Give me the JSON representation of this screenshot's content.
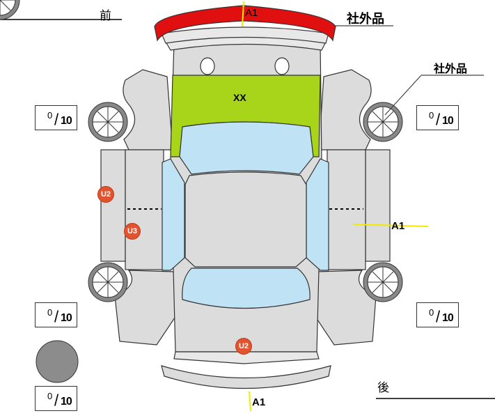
{
  "labels": {
    "front": "前",
    "rear": "後",
    "aftermarket_bumper": "社外品",
    "aftermarket_wheel": "社外品",
    "hood_mark": "XX"
  },
  "damage_marks": [
    {
      "code": "A1",
      "part": "front-bumper"
    },
    {
      "code": "A1",
      "part": "right-rear-door"
    },
    {
      "code": "A1",
      "part": "rear-bumper"
    }
  ],
  "badges": [
    {
      "code": "U2",
      "part": "left-front-door"
    },
    {
      "code": "U3",
      "part": "left-rear-door"
    },
    {
      "code": "U2",
      "part": "trunk"
    }
  ],
  "tread_boxes": [
    {
      "position": "front-left",
      "value": "0",
      "denominator": "10"
    },
    {
      "position": "front-right",
      "value": "0",
      "denominator": "10"
    },
    {
      "position": "rear-left",
      "value": "0",
      "denominator": "10"
    },
    {
      "position": "rear-right",
      "value": "0",
      "denominator": "10"
    },
    {
      "position": "spare",
      "value": "0",
      "denominator": "10"
    }
  ],
  "colors": {
    "bumper": "#e01010",
    "hood": "#a8d41a",
    "glass": "#bfe3f5",
    "body": "#dcdcdc",
    "badge": "#e2532f",
    "mark_line": "#f2ea00"
  }
}
